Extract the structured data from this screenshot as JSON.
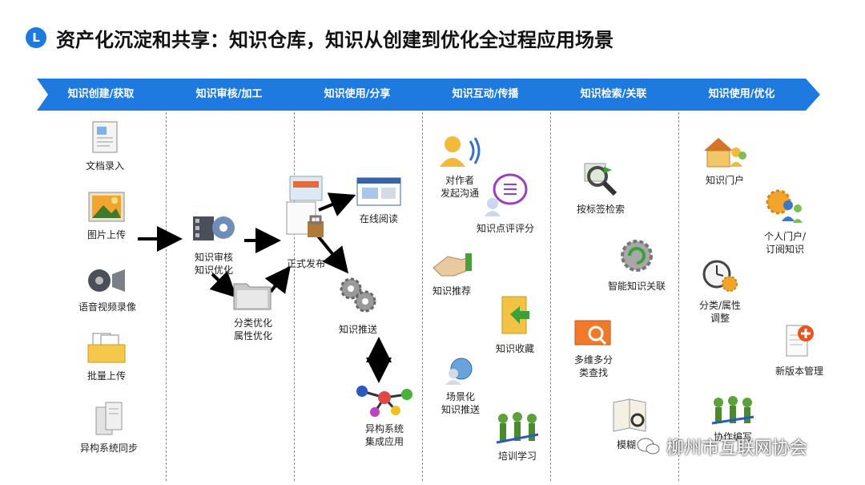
{
  "title": "资产化沉淀和共享：知识仓库，知识从创建到优化全过程应用场景",
  "title_badge": "L",
  "stages": [
    "知识创建/获取",
    "知识审核/加工",
    "知识使用/分享",
    "知识互动/传播",
    "知识检索/关联",
    "知识使用/优化"
  ],
  "col1": {
    "doc": "文档录入",
    "img": "图片上传",
    "av": "语音视频录像",
    "batch": "批量上传",
    "sync": "异构系统同步"
  },
  "col2": {
    "review_1": "知识审核",
    "review_2": "知识优化",
    "classify_1": "分类优化",
    "classify_2": "属性优化"
  },
  "col3": {
    "publish": "正式发布",
    "read": "在线阅读",
    "push": "知识推送",
    "hetero_1": "异构系统",
    "hetero_2": "集成应用"
  },
  "col4": {
    "comm_1": "对作者",
    "comm_2": "发起沟通",
    "comment": "知识点评评分",
    "recommend": "知识推荐",
    "collect": "知识收藏",
    "scene_1": "场景化",
    "scene_2": "知识推送",
    "training": "培训学习"
  },
  "col5": {
    "tag": "按标签检索",
    "relate": "智能知识关联",
    "multi_1": "多维多分",
    "multi_2": "类查找",
    "template": "模糊"
  },
  "col6": {
    "portal": "知识门户",
    "personal_1": "个人门户/",
    "personal_2": "订阅知识",
    "attr_1": "分类/属性",
    "attr_2": "调整",
    "version": "新版本管理",
    "collab": "协作编写"
  },
  "watermark": "柳州市互联网协会",
  "colors": {
    "stage_blue": "#1f7ae0",
    "badge": "#1f7ae0"
  }
}
